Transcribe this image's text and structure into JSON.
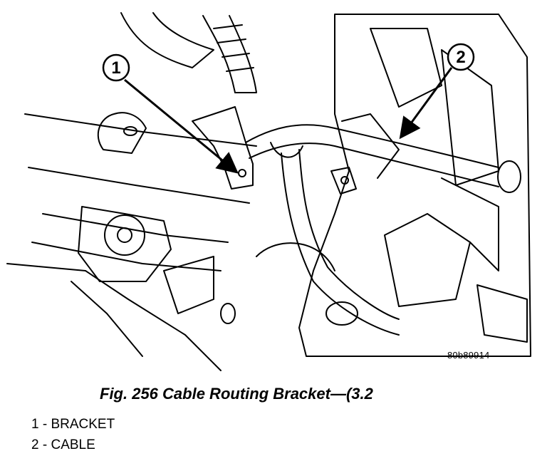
{
  "figure": {
    "code": "80b89914",
    "callouts": [
      {
        "number": "1"
      },
      {
        "number": "2"
      }
    ]
  },
  "caption": "Fig. 256 Cable Routing Bracket—(3.2",
  "legend": [
    {
      "number": "1",
      "label": "BRACKET"
    },
    {
      "number": "2",
      "label": "CABLE"
    }
  ]
}
